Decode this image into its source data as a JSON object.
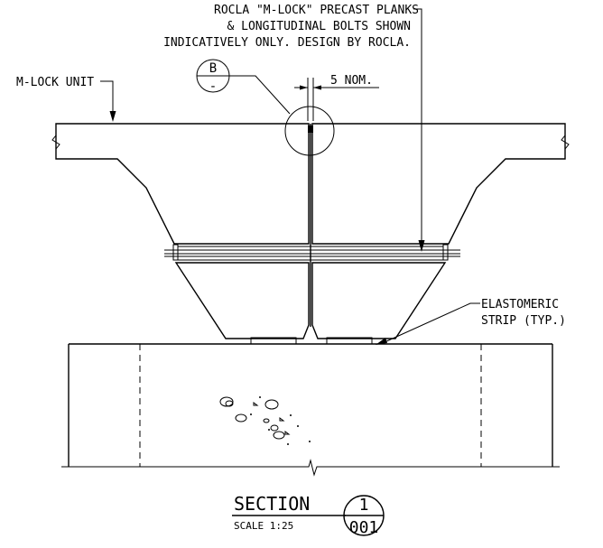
{
  "notes": {
    "rocla_line1": "ROCLA \"M-LOCK\" PRECAST PLANKS",
    "rocla_line2": "& LONGITUDINAL BOLTS SHOWN",
    "rocla_line3": "INDICATIVELY ONLY. DESIGN BY ROCLA.",
    "mlock_unit": "M-LOCK UNIT",
    "gap": "5 NOM.",
    "elastomeric_line1": "ELASTOMERIC",
    "elastomeric_line2": "STRIP (TYP.)"
  },
  "detail_callout": {
    "letter": "B",
    "sheet": "-"
  },
  "title_block": {
    "title": "SECTION",
    "scale": "SCALE 1:25",
    "number": "1",
    "sheet": "001"
  }
}
